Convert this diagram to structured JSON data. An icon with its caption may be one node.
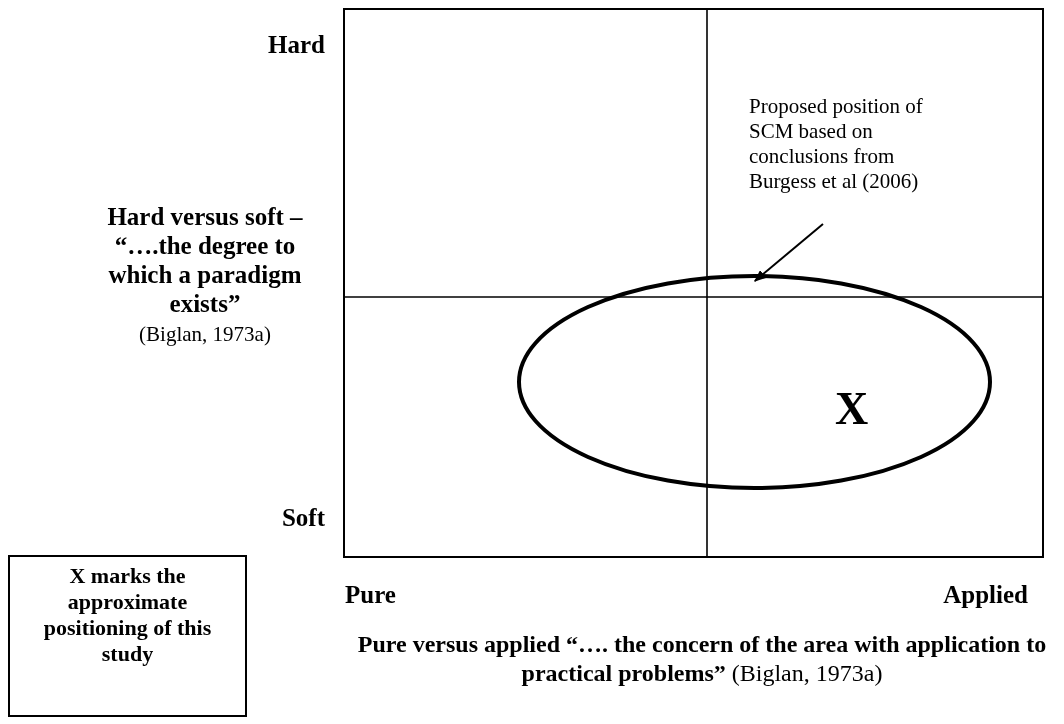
{
  "diagram": {
    "nodes": [
      {
        "text": [],
        "shape": "box"
      },
      {
        "text": [
          "X"
        ],
        "in": 0
      },
      {
        "text": [
          "Proposed position of SCM based on conclusions from Burgess et al (2006)"
        ],
        "in": 0
      },
      {
        "text": [
          "X marks the approximate positioning of this study"
        ]
      }
    ],
    "edges": [
      {
        "from": 2,
        "to": 1,
        "arrow": "to"
      }
    ],
    "labels": [
      "Hard",
      "Hard versus soft – “….the degree to which a paradigm exists”",
      "(Biglan, 1973a)",
      "Soft",
      "Pure",
      "Applied",
      "**Pure versus applied “…. the concern of the area with application to practical problems”** (Biglan, 1973a)"
    ]
  }
}
